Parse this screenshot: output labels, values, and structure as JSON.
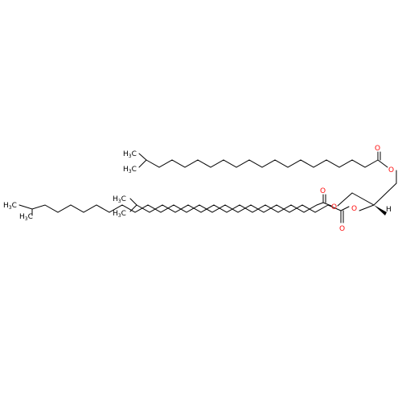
{
  "colors": {
    "carbon": "#000000",
    "oxygen": "#ff0d0d",
    "background": "#ffffff"
  },
  "labels": {
    "methyl_a1": "H",
    "methyl_a1_sub": "3",
    "methyl_a1_tail": "C",
    "methyl_a2": "H",
    "methyl_a2_sub": "3",
    "methyl_a2_tail": "C",
    "methyl_b1": "H",
    "methyl_b1_sub": "3",
    "methyl_b1_tail": "C",
    "methyl_b2": "H",
    "methyl_b2_sub": "3",
    "methyl_b2_tail": "C",
    "methyl_c1": "H",
    "methyl_c1_sub": "3",
    "methyl_c1_tail": "C",
    "methyl_c2": "H",
    "methyl_c2_sub": "3",
    "methyl_c2_tail": "C",
    "o_ester1": "O",
    "o_carbonyl1": "O",
    "o_ester2": "O",
    "o_carbonyl2": "O",
    "o_ester3": "O",
    "o_carbonyl3": "O",
    "h_stereo": "H"
  }
}
